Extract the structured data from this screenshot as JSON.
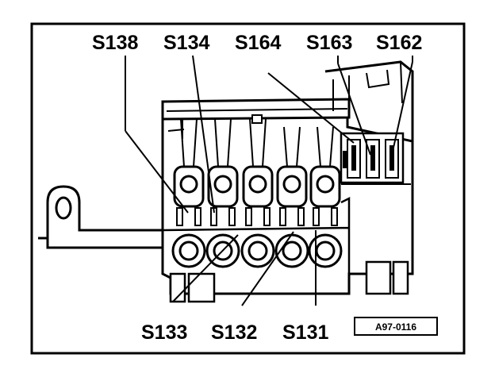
{
  "labels": {
    "s138": "S138",
    "s134": "S134",
    "s164": "S164",
    "s163": "S163",
    "s162": "S162",
    "s133": "S133",
    "s132": "S132",
    "s131": "S131"
  },
  "figure_code": "A97-0116"
}
